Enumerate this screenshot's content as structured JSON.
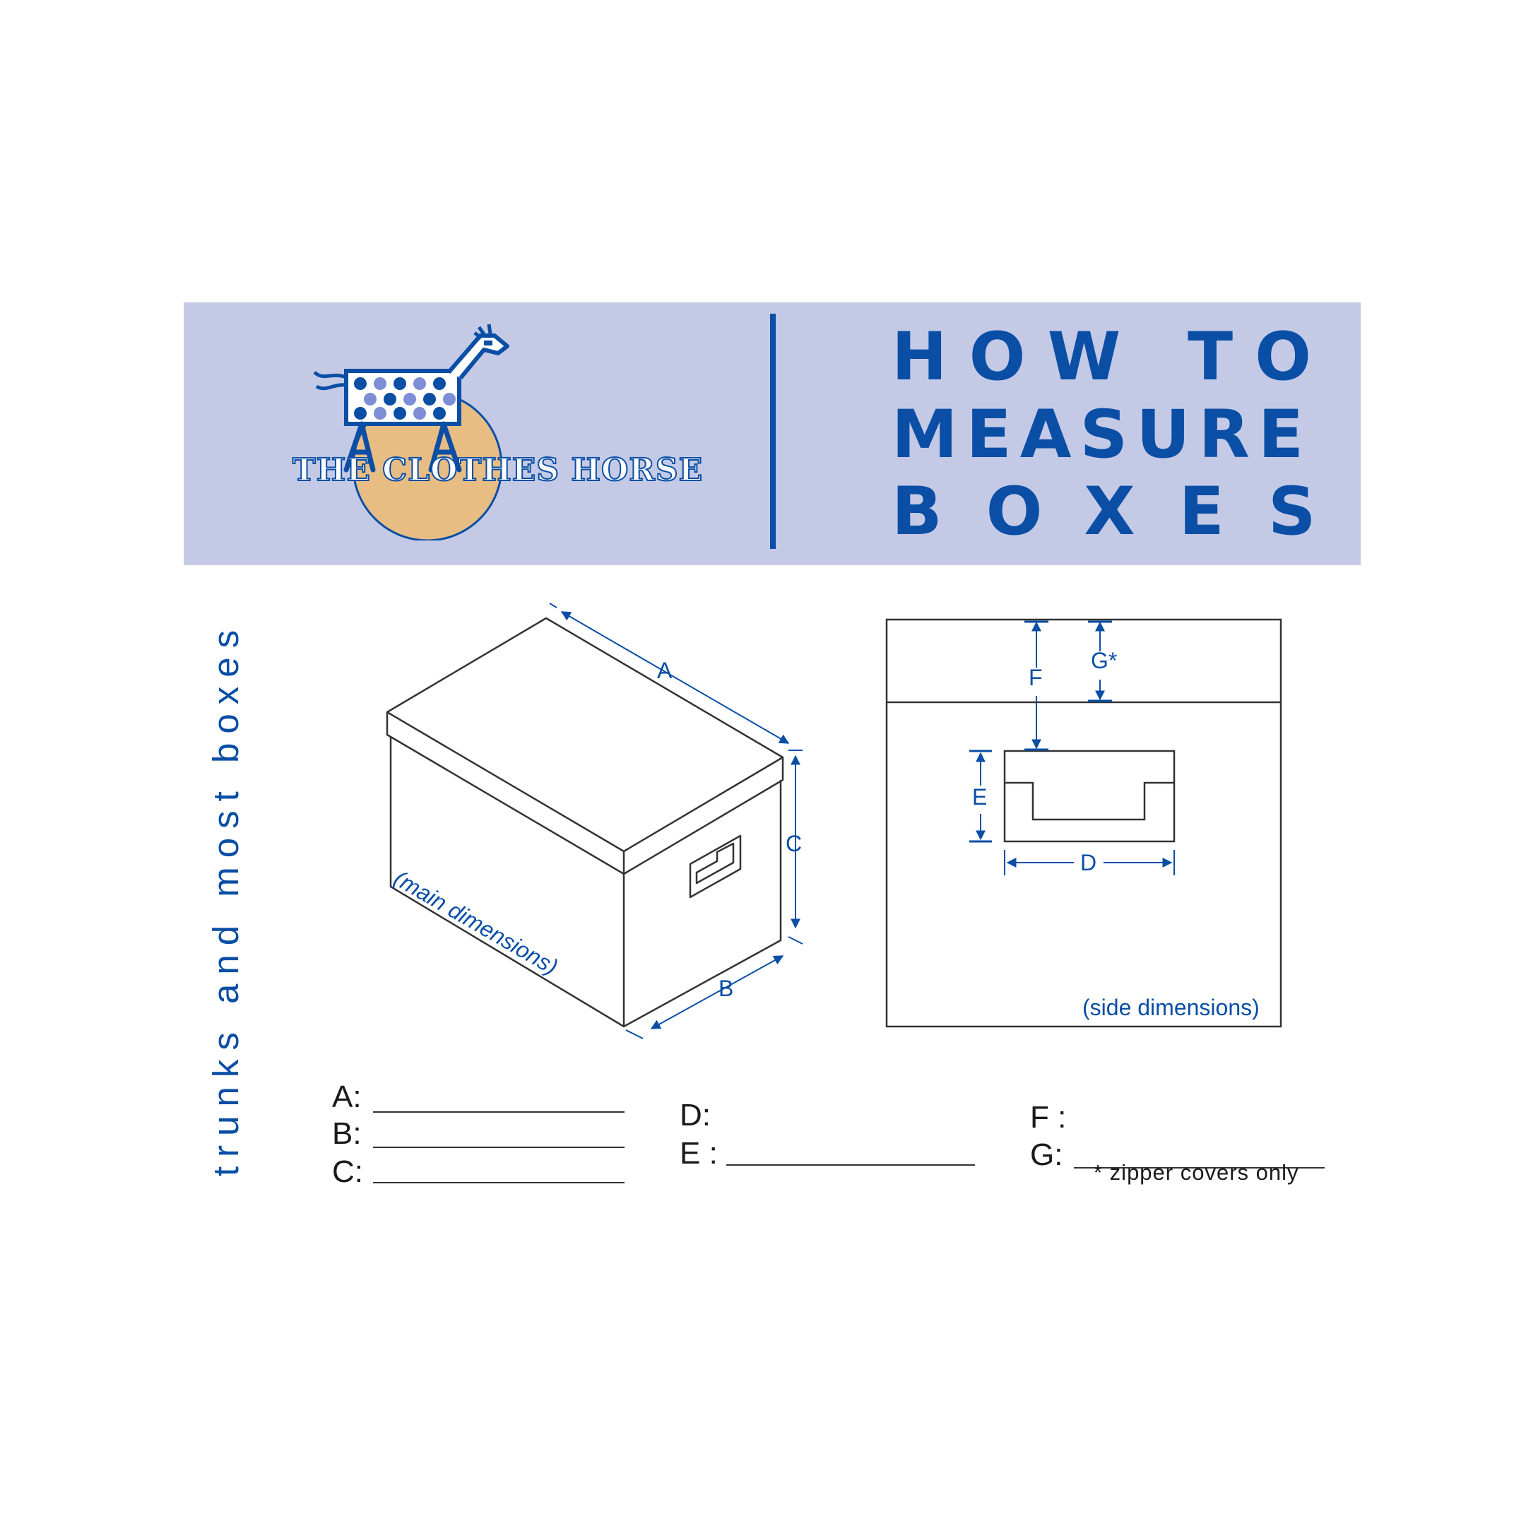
{
  "header": {
    "brand": "THE CLOTHES HORSE",
    "title_lines": [
      "HOW TO",
      "MEASURE",
      "BOXES"
    ]
  },
  "side_label": "trunks and most boxes",
  "main_diagram": {
    "caption": "(main dimensions)",
    "labels": {
      "a": "A",
      "b": "B",
      "c": "C"
    }
  },
  "side_diagram": {
    "caption": "(side dimensions)",
    "labels": {
      "d": "D",
      "e": "E",
      "f": "F",
      "g": "G*"
    }
  },
  "form": {
    "a": "A:",
    "b": "B:",
    "c": "C:",
    "d": "D:",
    "e": "E :",
    "f": "F :",
    "g": "G:"
  },
  "footnote": "* zipper covers only",
  "colors": {
    "accent": "#0a4ea5",
    "header_bg": "#c4cae6",
    "logo_sun": "#e7bd84"
  }
}
